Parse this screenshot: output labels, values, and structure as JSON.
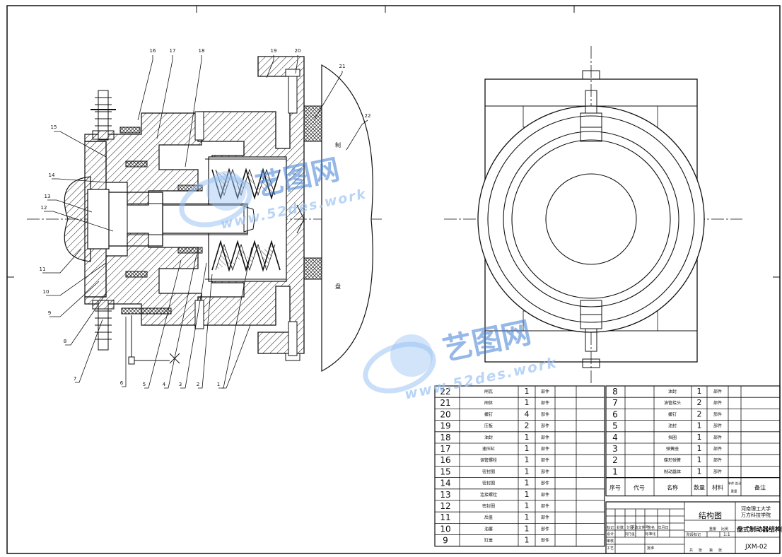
{
  "drawing": {
    "balloon_numbers": [
      "1",
      "2",
      "3",
      "4",
      "5",
      "6",
      "7",
      "8",
      "9",
      "10",
      "11",
      "12",
      "13",
      "14",
      "15",
      "16",
      "17",
      "18",
      "19",
      "20",
      "21",
      "22"
    ],
    "side_note_a": "制",
    "side_note_b": "盘"
  },
  "parts_left": [
    {
      "no": "22",
      "name": "闸瓦",
      "qty": "1",
      "material": "部件"
    },
    {
      "no": "21",
      "name": "闸体",
      "qty": "1",
      "material": "部件"
    },
    {
      "no": "20",
      "name": "螺钉",
      "qty": "4",
      "material": "部件"
    },
    {
      "no": "19",
      "name": "压板",
      "qty": "2",
      "material": "部件"
    },
    {
      "no": "18",
      "name": "油封",
      "qty": "1",
      "material": "部件"
    },
    {
      "no": "17",
      "name": "速压缸",
      "qty": "1",
      "material": "部件"
    },
    {
      "no": "16",
      "name": "调管螺栓",
      "qty": "1",
      "material": "部件"
    },
    {
      "no": "15",
      "name": "密封圈",
      "qty": "1",
      "material": "部件"
    },
    {
      "no": "14",
      "name": "密封圈",
      "qty": "1",
      "material": "部件"
    },
    {
      "no": "13",
      "name": "连接螺栓",
      "qty": "1",
      "material": "部件"
    },
    {
      "no": "12",
      "name": "密封圈",
      "qty": "1",
      "material": "部件"
    },
    {
      "no": "11",
      "name": "后盖",
      "qty": "1",
      "material": "部件"
    },
    {
      "no": "10",
      "name": "油塞",
      "qty": "1",
      "material": "部件"
    },
    {
      "no": "9",
      "name": "缸盖",
      "qty": "1",
      "material": "部件"
    }
  ],
  "parts_right": [
    {
      "no": "8",
      "name": "油封",
      "qty": "1",
      "material": "部件"
    },
    {
      "no": "7",
      "name": "油管接头",
      "qty": "2",
      "material": "部件"
    },
    {
      "no": "6",
      "name": "螺钉",
      "qty": "2",
      "material": "部件"
    },
    {
      "no": "5",
      "name": "油封",
      "qty": "1",
      "material": "部件"
    },
    {
      "no": "4",
      "name": "挡圈",
      "qty": "1",
      "material": "部件"
    },
    {
      "no": "3",
      "name": "弹簧座",
      "qty": "1",
      "material": "部件"
    },
    {
      "no": "2",
      "name": "碟形弹簧",
      "qty": "1",
      "material": "部件"
    },
    {
      "no": "1",
      "name": "制动器体",
      "qty": "1",
      "material": "部件"
    }
  ],
  "header_row": {
    "no": "序号",
    "code": "代号",
    "name": "名称",
    "qty": "数量",
    "material": "材料",
    "unit_weight": "单件",
    "total_weight": "总计",
    "mass": "重量",
    "remark": "备注"
  },
  "title_block": {
    "title": "结构图",
    "institution_line1": "河南理工大学",
    "institution_line2": "万方科技学院",
    "drawing_name": "盘式制动器结构图",
    "drawing_no": "JXM-02",
    "scale": "1:1",
    "stage_label": "阶段标记",
    "weight_label": "重量",
    "scale_label": "比例",
    "sheet_total": "共",
    "sheet_label": "张",
    "sheet_no": "第",
    "sheet_label2": "张",
    "rev_labels": [
      "标记",
      "处数",
      "分区",
      "更改文件号",
      "签名",
      "年月日"
    ],
    "sign_labels": [
      "设计",
      "标准化",
      "审核",
      "工艺",
      "批准"
    ],
    "designer": "刘乃强"
  },
  "watermark": {
    "brand": "艺图网",
    "url": "www.52des.work"
  },
  "colors": {
    "ink": "#111111",
    "watermark_blue": "#3f7fd6",
    "watermark_light": "#9cc3f2"
  }
}
